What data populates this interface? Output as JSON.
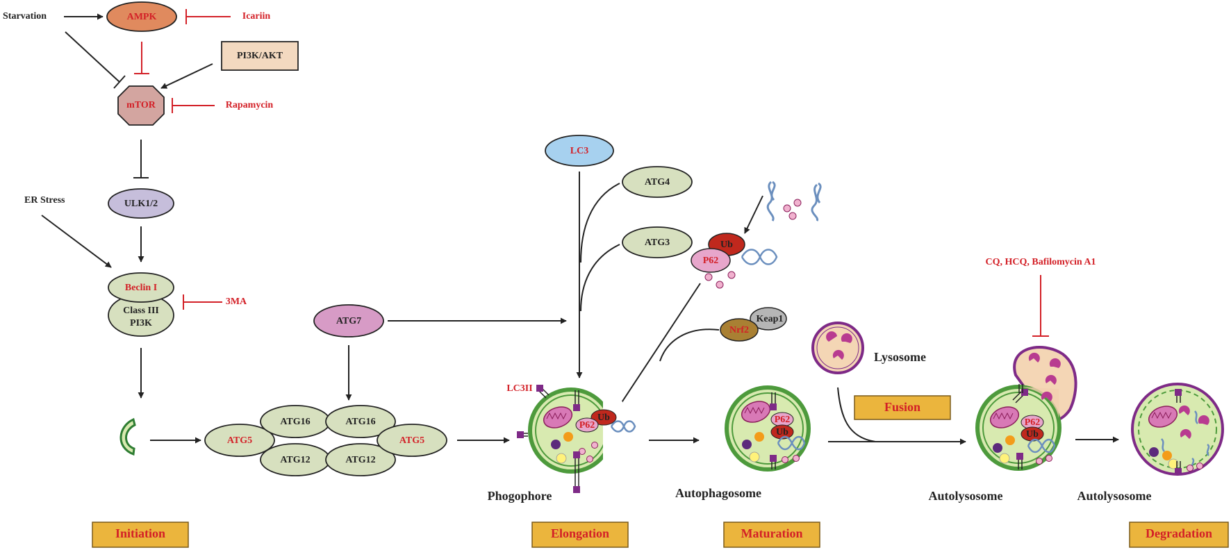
{
  "inputs": {
    "starvation": "Starvation",
    "er_stress": "ER Stress",
    "pi3k_akt": "PI3K/AKT"
  },
  "nodes": {
    "ampk": "AMPK",
    "mtor": "mTOR",
    "ulk": "ULK1/2",
    "beclin": "Beclin I",
    "class3_line1": "Class III",
    "class3_line2": "PI3K",
    "atg7": "ATG7",
    "atg5_left": "ATG5",
    "atg5_right": "ATG5",
    "atg16_left": "ATG16",
    "atg16_right": "ATG16",
    "atg12_left": "ATG12",
    "atg12_right": "ATG12",
    "lc3": "LC3",
    "atg4": "ATG4",
    "atg3": "ATG3",
    "ub": "Ub",
    "p62": "P62",
    "nrf2": "Nrf2",
    "keap1": "Keap1"
  },
  "inhibitors": {
    "icariin": "Icariin",
    "rapamycin": "Rapamycin",
    "ma3": "3MA",
    "cq": "CQ, HCQ, Bafilomycin A1"
  },
  "structures": {
    "lc3ii": "LC3II",
    "phogophore": "Phogophore",
    "autophagosome": "Autophagosome",
    "lysosome": "Lysosome",
    "autolysosome_1": "Autolysosome",
    "autolysosome_2": "Autolysosome",
    "p62_small": "P62",
    "ub_small": "Ub"
  },
  "stages": {
    "initiation": "Initiation",
    "elongation": "Elongation",
    "maturation": "Maturation",
    "fusion": "Fusion",
    "degradation": "Degradation"
  },
  "colors": {
    "inhibitor_red": "#d32027",
    "stage_box": "#ebb53d",
    "membrane_green": "#4d9a3c",
    "cytoplasm_green": "#d8eab0",
    "ampk": "#e08a5e",
    "mtor": "#d3a5a0",
    "pi3k_box": "#f3d9c0",
    "ulk": "#c6bedb",
    "atg_green": "#d7e0bf",
    "atg7": "#d79bc6",
    "lc3": "#a7d1ef",
    "lysosome_purple": "#7e2a87"
  }
}
